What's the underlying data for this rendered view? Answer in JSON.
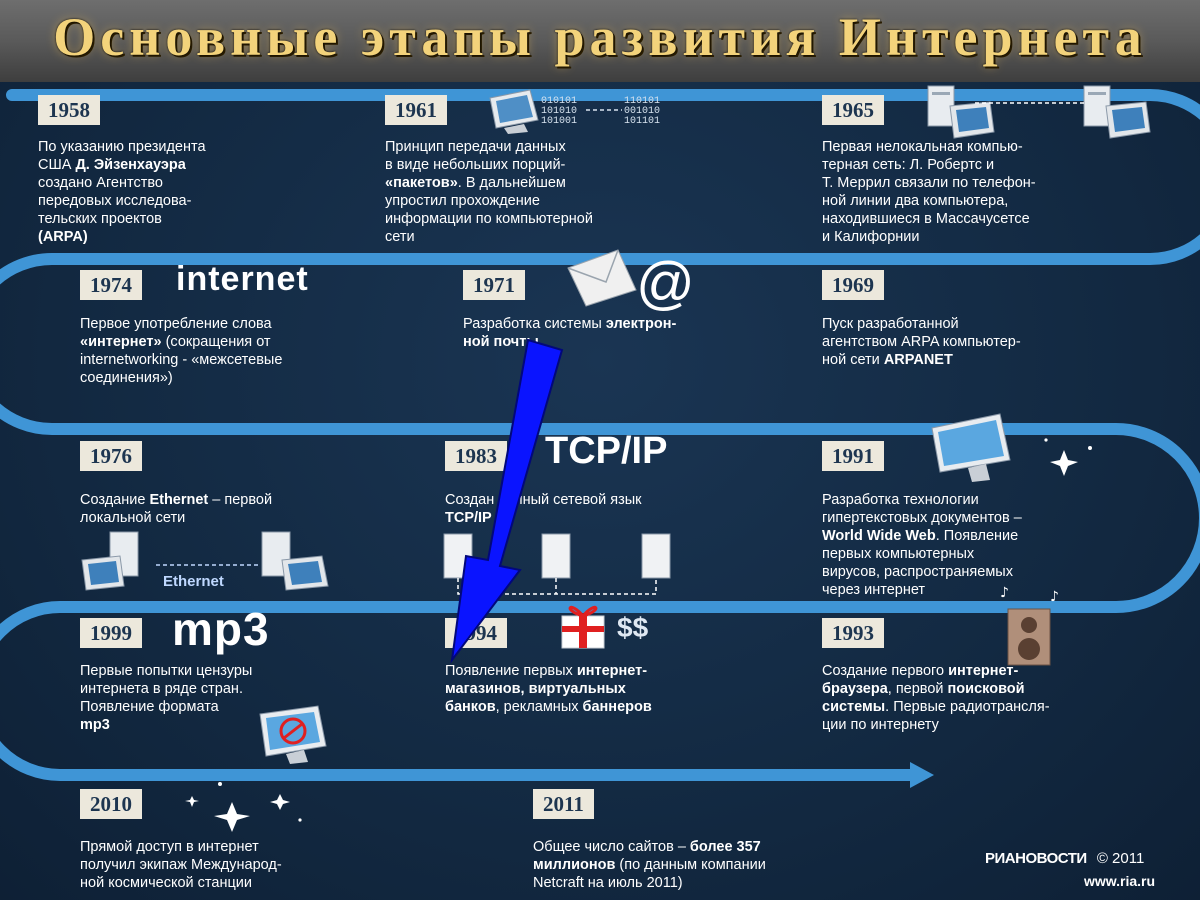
{
  "title": "Основные этапы развития Интернета",
  "events": [
    {
      "year": "1958",
      "lines": [
        [
          "По указанию президента"
        ],
        [
          "США ",
          {
            "b": "Д. Эйзенхауэра"
          }
        ],
        [
          "создано Агентство"
        ],
        [
          "передовых исследова-"
        ],
        [
          "тельских проектов"
        ],
        [
          {
            "b": "(ARPA)"
          }
        ]
      ]
    },
    {
      "year": "1961",
      "lines": [
        [
          "Принцип передачи данных"
        ],
        [
          "в виде небольших порций-"
        ],
        [
          {
            "b": "«пакетов»"
          },
          ". В дальнейшем"
        ],
        [
          "упростил прохождение"
        ],
        [
          "информации по компьютерной"
        ],
        [
          "сети"
        ]
      ]
    },
    {
      "year": "1965",
      "lines": [
        [
          "Первая нелокальная компью-"
        ],
        [
          "терная сеть: Л. Робертс и"
        ],
        [
          "Т. Меррил связали по телефон-"
        ],
        [
          "ной линии два компьютера,"
        ],
        [
          "находившиеся в Массачусетсе"
        ],
        [
          "и Калифорнии"
        ]
      ]
    },
    {
      "year": "1974",
      "lines": [
        [
          "Первое употребление слова"
        ],
        [
          {
            "b": "«интернет»"
          },
          " (сокращения от"
        ],
        [
          "internetworking - «межсетевые"
        ],
        [
          "соединения»)"
        ]
      ]
    },
    {
      "year": "1971",
      "lines": [
        [
          "Разработка системы ",
          {
            "b": "электрон-"
          }
        ],
        [
          {
            "b": "ной почты"
          }
        ]
      ]
    },
    {
      "year": "1969",
      "lines": [
        [
          "Пуск разработанной"
        ],
        [
          "агентством ARPA компьютер-"
        ],
        [
          "ной сети ",
          {
            "b": "ARPANET"
          }
        ]
      ]
    },
    {
      "year": "1976",
      "lines": [
        [
          "Создание ",
          {
            "b": "Ethernet"
          },
          " – первой"
        ],
        [
          "локальной сети"
        ]
      ]
    },
    {
      "year": "1983",
      "lines": [
        [
          "Создан единый сетевой язык"
        ],
        [
          {
            "b": "TCP/IP"
          }
        ]
      ]
    },
    {
      "year": "1991",
      "lines": [
        [
          "Разработка технологии"
        ],
        [
          "гипертекстовых документов –"
        ],
        [
          {
            "b": "World Wide Web"
          },
          ". Появление"
        ],
        [
          "первых компьютерных"
        ],
        [
          "вирусов, распространяемых"
        ],
        [
          "через интернет"
        ]
      ]
    },
    {
      "year": "1999",
      "lines": [
        [
          "Первые попытки цензуры"
        ],
        [
          "интернета в ряде стран."
        ],
        [
          "Появление формата"
        ],
        [
          {
            "b": "mp3"
          }
        ]
      ]
    },
    {
      "year": "1994",
      "lines": [
        [
          "Появление первых ",
          {
            "b": "интернет-"
          }
        ],
        [
          {
            "b": "магазинов, виртуальных"
          }
        ],
        [
          {
            "b": "банков"
          },
          ", рекламных ",
          {
            "b": "баннеров"
          }
        ]
      ]
    },
    {
      "year": "1993",
      "lines": [
        [
          "Создание первого ",
          {
            "b": "интернет-"
          }
        ],
        [
          {
            "b": "браузера"
          },
          ", первой ",
          {
            "b": "поисковой"
          }
        ],
        [
          {
            "b": "системы"
          },
          ". Первые радиотрансля-"
        ],
        [
          "ции по интернету"
        ]
      ]
    },
    {
      "year": "2010",
      "lines": [
        [
          "Прямой доступ в интернет"
        ],
        [
          "получил экипаж Международ-"
        ],
        [
          "ной космической станции"
        ]
      ]
    },
    {
      "year": "2011",
      "lines": [
        [
          "Общее число сайтов – ",
          {
            "b": "более 357"
          }
        ],
        [
          {
            "b": "миллионов"
          },
          " (по данным компании"
        ],
        [
          "Netcraft на июль 2011)"
        ]
      ]
    }
  ],
  "labels": {
    "internet": "internet",
    "tcpip": "TCP/IP",
    "mp3": "mp3",
    "ethernet": "Ethernet",
    "at": "@",
    "dollars": "$$"
  },
  "binary": {
    "left": [
      "010101",
      "101010",
      "101001"
    ],
    "right": [
      "110101",
      "001010",
      "101101"
    ]
  },
  "credit": {
    "agency": "РИАНОВОСТИ",
    "year": "© 2011",
    "url": "www.ria.ru"
  },
  "colors": {
    "background": "#132a43",
    "track": "#3f95d6",
    "year_badge": "#ece8dc",
    "title": "#f3d37b",
    "arrow": "#0a14ff"
  }
}
